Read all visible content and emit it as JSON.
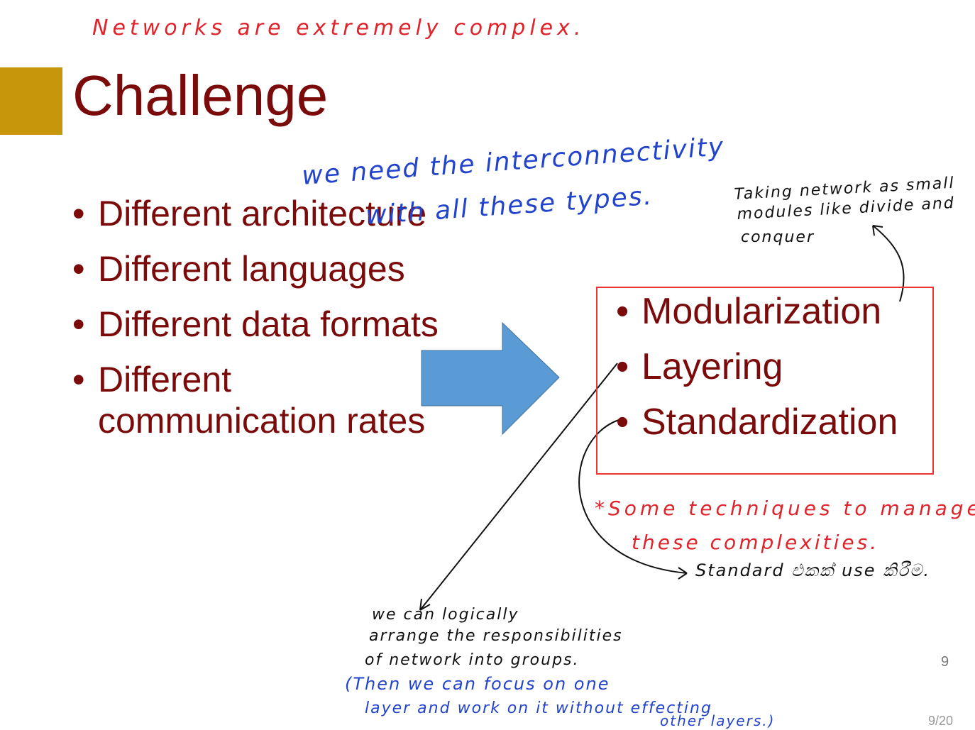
{
  "slide": {
    "title": "Challenge",
    "bullets": [
      "Different architecture",
      "Different languages",
      "Different data formats",
      "Different communication rates"
    ],
    "solutions": [
      "Modularization",
      "Layering",
      "Standardization"
    ],
    "page_number": "9",
    "page_count": "9/20"
  },
  "annotations": {
    "top_note": "Networks are extremely complex.",
    "interconnect_1": "we need the interconnectivity",
    "interconnect_2": "with all these types.",
    "modular_1": "Taking network as small",
    "modular_2": "modules like divide and",
    "modular_3": "conquer",
    "techniques_1": "*Some techniques to manage",
    "techniques_2": "these complexities.",
    "standard_note": "Standard එකක් use කිරීම.",
    "layer_1": "we can logically",
    "layer_2": "arrange the responsibilities",
    "layer_3": "of network into groups.",
    "layer_4": "(Then we can focus on one",
    "layer_5": "layer and work on it without effecting",
    "layer_6": "other layers.)"
  },
  "colors": {
    "title": "#7b0a0a",
    "accent_block": "#c8960a",
    "arrow": "#5b9bd5",
    "box_border": "#e33333",
    "ink_red": "#e0222a",
    "ink_blue": "#2244cc"
  }
}
